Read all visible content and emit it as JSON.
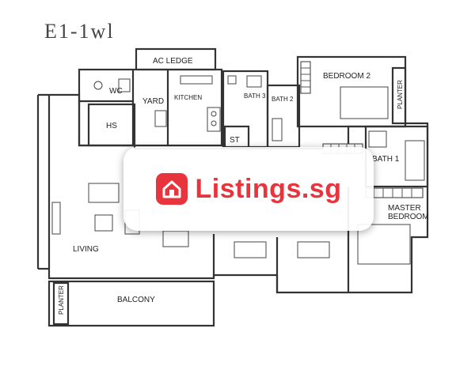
{
  "plan": {
    "title": "E1-1wl",
    "rooms": {
      "ac_ledge": "AC LEDGE",
      "wc": "WC",
      "yard": "YARD",
      "kitchen": "KITCHEN",
      "bath3": "BATH 3",
      "bath2": "BATH 2",
      "bedroom2": "BEDROOM 2",
      "planter_right": "PLANTER",
      "hs": "HS",
      "st": "ST",
      "bath1": "BATH 1",
      "master_bedroom_line1": "MASTER",
      "master_bedroom_line2": "BEDROOM",
      "living": "LIVING",
      "planter_left": "PLANTER",
      "balcony": "BALCONY"
    }
  },
  "watermark": {
    "logo_icon": "house-icon",
    "brand_color": "#e8343c",
    "text": "Listings.sg"
  }
}
